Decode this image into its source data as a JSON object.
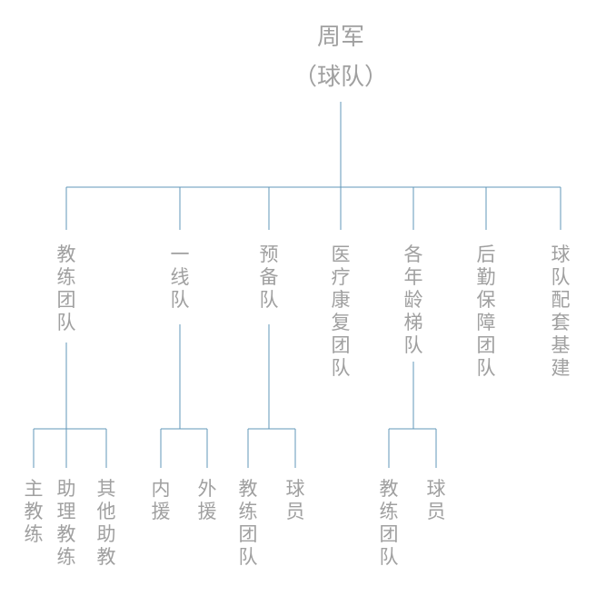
{
  "diagram": {
    "type": "org-chart-tree",
    "root": {
      "title": "周军",
      "subtitle": "（球队）"
    },
    "level1": [
      {
        "label": "教练团队",
        "children": [
          "主教练",
          "助理教练",
          "其他助教"
        ]
      },
      {
        "label": "一线队",
        "children": [
          "内援",
          "外援"
        ]
      },
      {
        "label": "预备队",
        "children": [
          "教练团队",
          "球员"
        ]
      },
      {
        "label": "医疗康复团队",
        "children": []
      },
      {
        "label": "各年龄梯队",
        "children": [
          "教练团队",
          "球员"
        ]
      },
      {
        "label": "后勤保障团队",
        "children": []
      },
      {
        "label": "球队配套基建",
        "children": []
      }
    ],
    "colors": {
      "line": "#6297b9",
      "text": "#a0a0a0",
      "background": "#ffffff"
    }
  }
}
